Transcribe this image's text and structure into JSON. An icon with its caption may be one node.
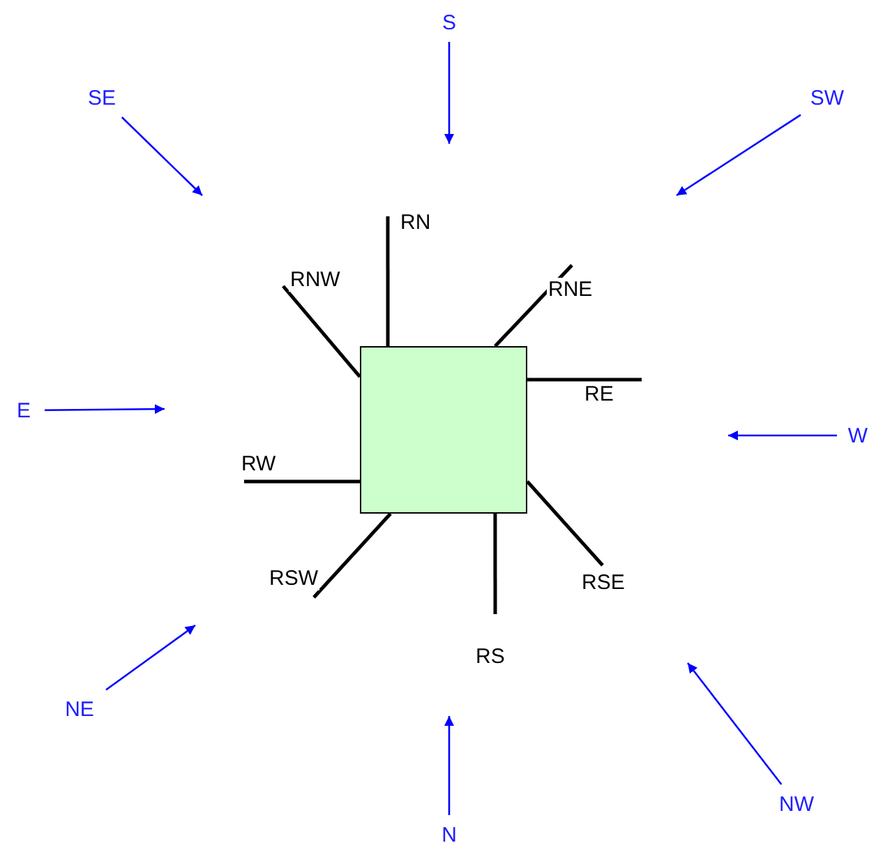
{
  "diagram": {
    "nodes": [
      {
        "text": [
          "S"
        ]
      },
      {
        "text": [
          "SE"
        ]
      },
      {
        "text": [
          "SW"
        ]
      },
      {
        "text": [],
        "shape": "box"
      },
      {
        "text": [
          "E"
        ]
      },
      {
        "text": [
          "W"
        ]
      },
      {
        "text": [
          "NE"
        ]
      },
      {
        "text": [
          "NW"
        ]
      },
      {
        "text": [
          "N"
        ]
      }
    ],
    "edges": [
      {
        "from": 3,
        "to": null,
        "arrow": "none",
        "label": "RN"
      },
      {
        "from": 3,
        "to": null,
        "arrow": "none",
        "label": "RNW"
      },
      {
        "from": 3,
        "to": null,
        "arrow": "none",
        "label": "RNE"
      },
      {
        "from": 3,
        "to": null,
        "arrow": "none",
        "label": "RE"
      },
      {
        "from": 3,
        "to": null,
        "arrow": "none",
        "label": "RW"
      },
      {
        "from": 3,
        "to": null,
        "arrow": "none",
        "label": "RSW"
      },
      {
        "from": 3,
        "to": null,
        "arrow": "none",
        "label": "RS"
      },
      {
        "from": 3,
        "to": null,
        "arrow": "none",
        "label": "RSE"
      },
      {
        "from": 0,
        "to": null,
        "arrow": "to",
        "color": "#0000ff"
      },
      {
        "from": 1,
        "to": null,
        "arrow": "to",
        "color": "#0000ff"
      },
      {
        "from": 2,
        "to": null,
        "arrow": "to",
        "color": "#0000ff"
      },
      {
        "from": 4,
        "to": null,
        "arrow": "to",
        "color": "#0000ff"
      },
      {
        "from": 5,
        "to": null,
        "arrow": "to",
        "color": "#0000ff"
      },
      {
        "from": 6,
        "to": null,
        "arrow": "to",
        "color": "#0000ff"
      },
      {
        "from": 7,
        "to": null,
        "arrow": "to",
        "color": "#0000ff"
      },
      {
        "from": 8,
        "to": null,
        "arrow": "to",
        "color": "#0000ff"
      }
    ]
  }
}
